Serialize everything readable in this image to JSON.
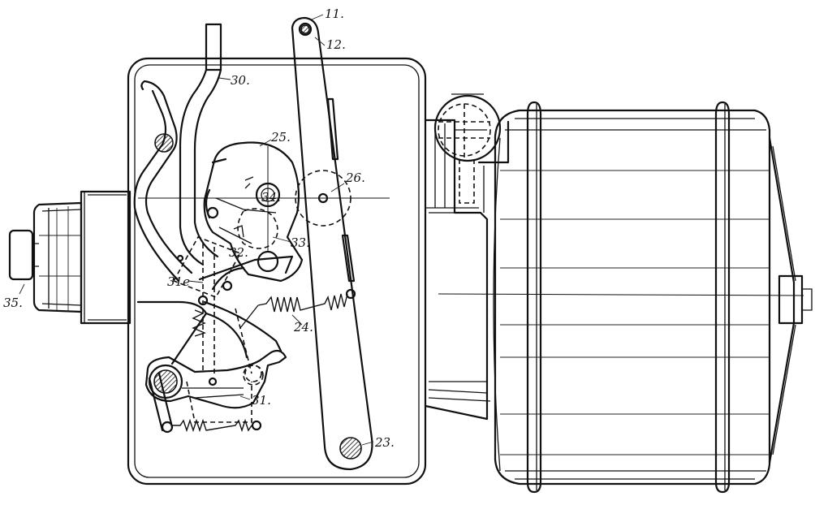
{
  "labels": {
    "l11": "11.",
    "l12": "12.",
    "l30": "30.",
    "l25": "25.",
    "l26": "26.",
    "l34": "34.",
    "l33": "33.",
    "l32": "32.",
    "l31e": "31e",
    "l24": "24.",
    "l31": "31.",
    "l23": "23.",
    "l35": "35."
  }
}
